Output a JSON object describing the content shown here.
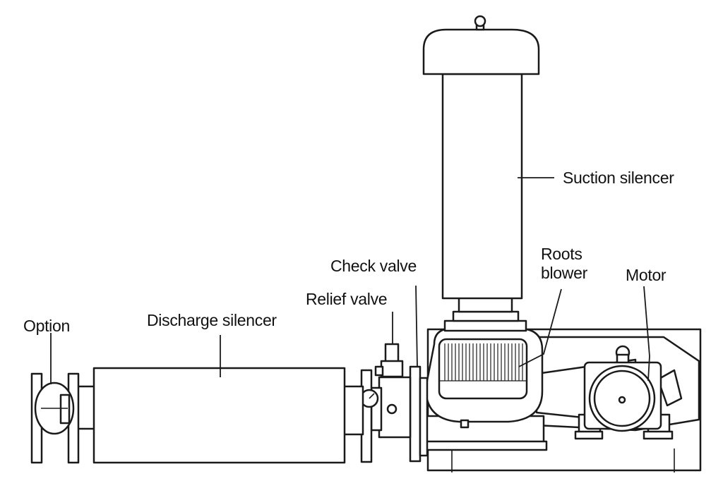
{
  "labels": {
    "suction_silencer": "Suction silencer",
    "roots_blower_line1": "Roots",
    "roots_blower_line2": "blower",
    "motor": "Motor",
    "check_valve": "Check valve",
    "relief_valve": "Relief valve",
    "option": "Option",
    "discharge_silencer": "Discharge silencer"
  },
  "colors": {
    "line": "#1a1a1a",
    "fill": "#ffffff",
    "text": "#111111"
  }
}
